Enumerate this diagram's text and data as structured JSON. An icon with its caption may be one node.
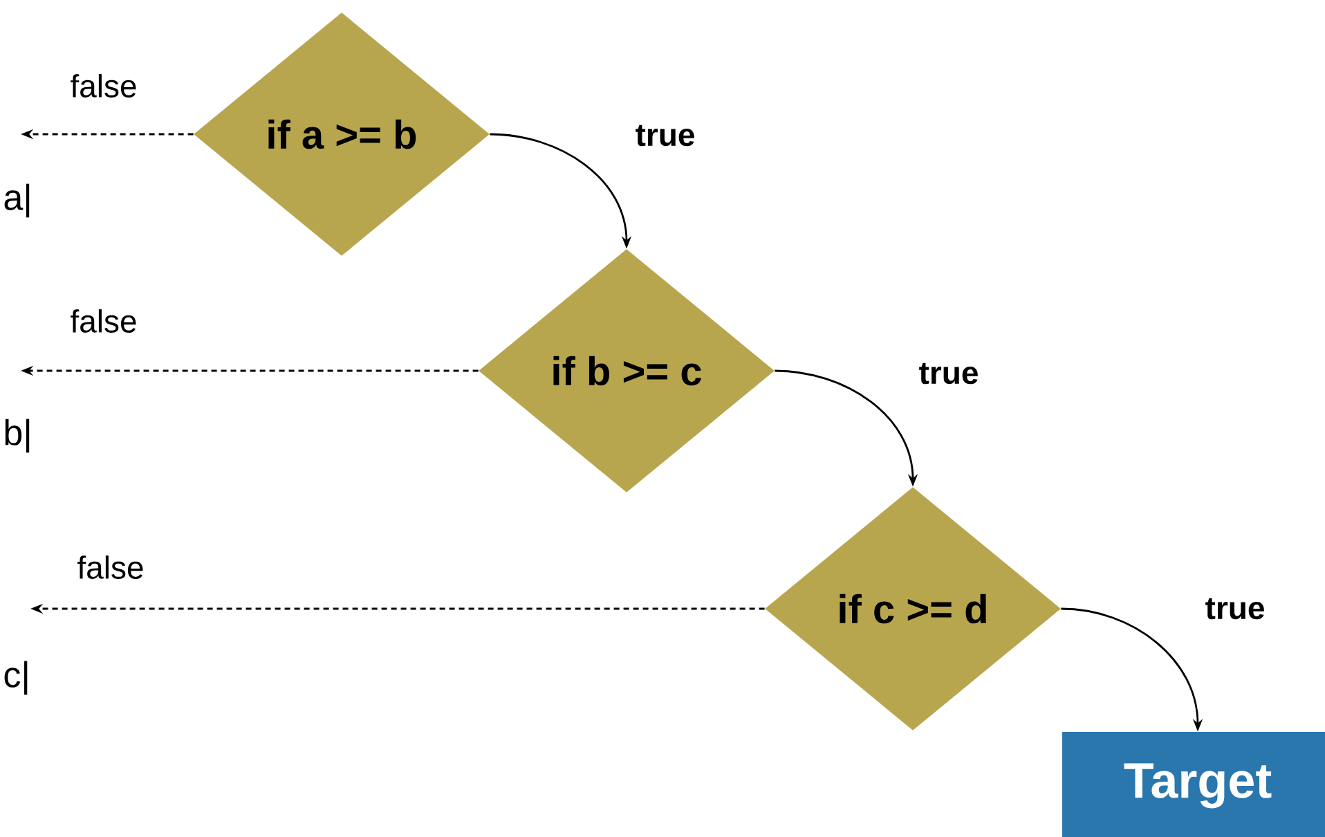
{
  "diagram": {
    "nodes": [
      {
        "text": [
          "if a >= b"
        ]
      },
      {
        "text": [
          "if b >= c"
        ]
      },
      {
        "text": [
          "if c >= d"
        ]
      },
      {
        "text": [
          "Target"
        ]
      }
    ],
    "edges": [
      {
        "from": 0,
        "to": null,
        "arrow": "to",
        "style": "dashed",
        "label": "false"
      },
      {
        "from": 0,
        "to": 1,
        "arrow": "to",
        "label": "true"
      },
      {
        "from": 1,
        "to": null,
        "arrow": "to",
        "style": "dashed",
        "label": "false"
      },
      {
        "from": 1,
        "to": 2,
        "arrow": "to",
        "label": "true"
      },
      {
        "from": 2,
        "to": null,
        "arrow": "to",
        "style": "dashed",
        "label": "false"
      },
      {
        "from": 2,
        "to": 3,
        "arrow": "to",
        "label": "true"
      }
    ],
    "labels": [
      "a|",
      "b|",
      "c|"
    ]
  }
}
